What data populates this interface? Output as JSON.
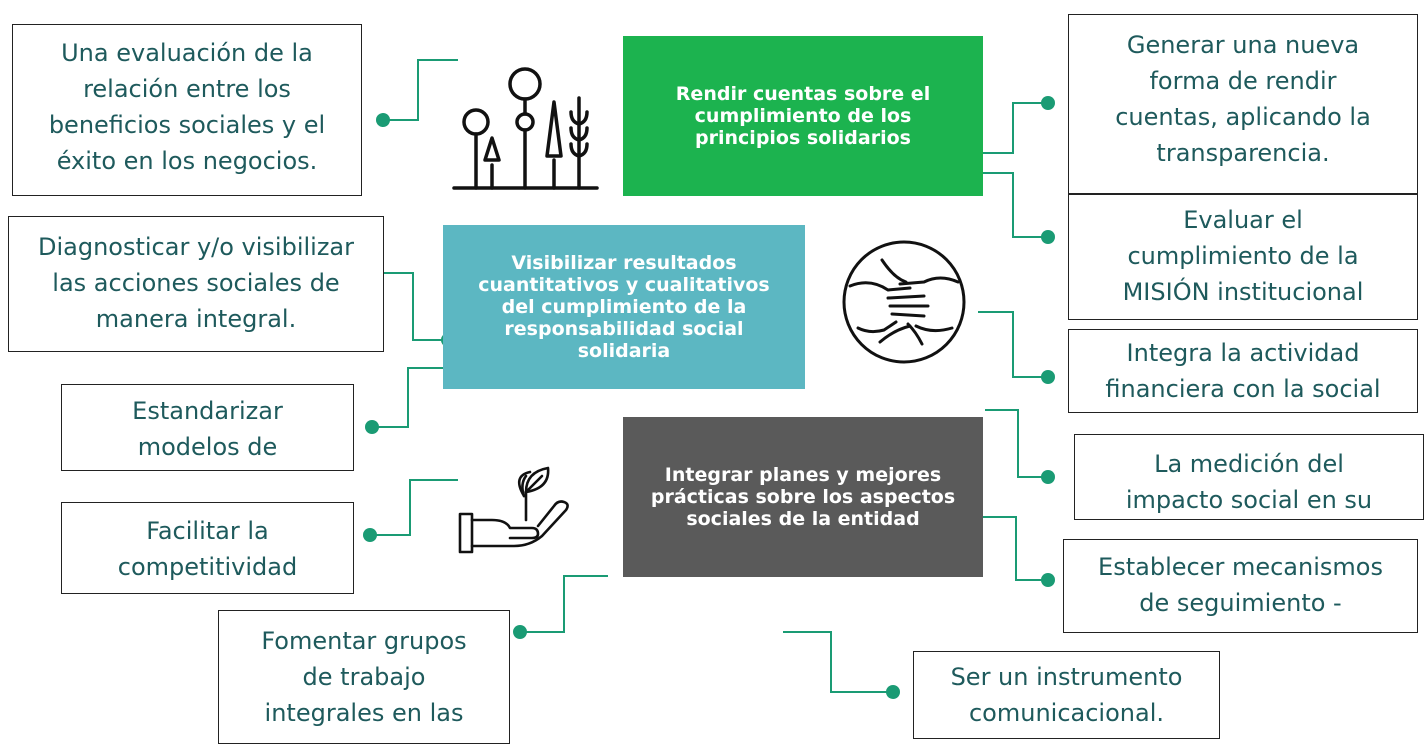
{
  "colors": {
    "connector": "#1a9b74",
    "box_text": "#1e5a5c",
    "green": "#1cb34f",
    "teal": "#5cb7c2",
    "gray": "#5a5a5a"
  },
  "hubs": {
    "green": "Rendir cuentas sobre el\ncumplimiento de los\nprincipios solidarios",
    "teal": "Visibilizar resultados\ncuantitativos y cualitativos\ndel cumplimiento de la\nresponsabilidad social\nsolidaria",
    "gray": "Integrar planes y mejores\nprácticas sobre los aspectos\nsociales de la entidad"
  },
  "boxes": {
    "evaluacion": "Una evaluación de la\nrelación entre los\nbeneficios sociales y el\néxito en los negocios.",
    "diagnosticar": "Diagnosticar y/o visibilizar\nlas acciones sociales de\nmanera integral.",
    "estandarizar": "Estandarizar\nmodelos de",
    "facilitar": "Facilitar la\ncompetitividad",
    "fomentar": "Fomentar grupos\nde trabajo\nintegrales en las",
    "generar": "Generar una nueva\nforma de rendir\ncuentas, aplicando la\ntransparencia.",
    "evaluar": "Evaluar el\ncumplimiento de la\nMISIÓN institucional",
    "integra": "Integra la actividad\nfinanciera con la social",
    "medicion": "La medición del\nimpacto social en su",
    "establecer": "Establecer mecanismos\nde seguimiento -",
    "instrumento": "Ser un instrumento\ncomunicacional."
  },
  "icons": [
    "trees-icon",
    "joined-hands-icon",
    "hand-holding-plant-icon"
  ]
}
